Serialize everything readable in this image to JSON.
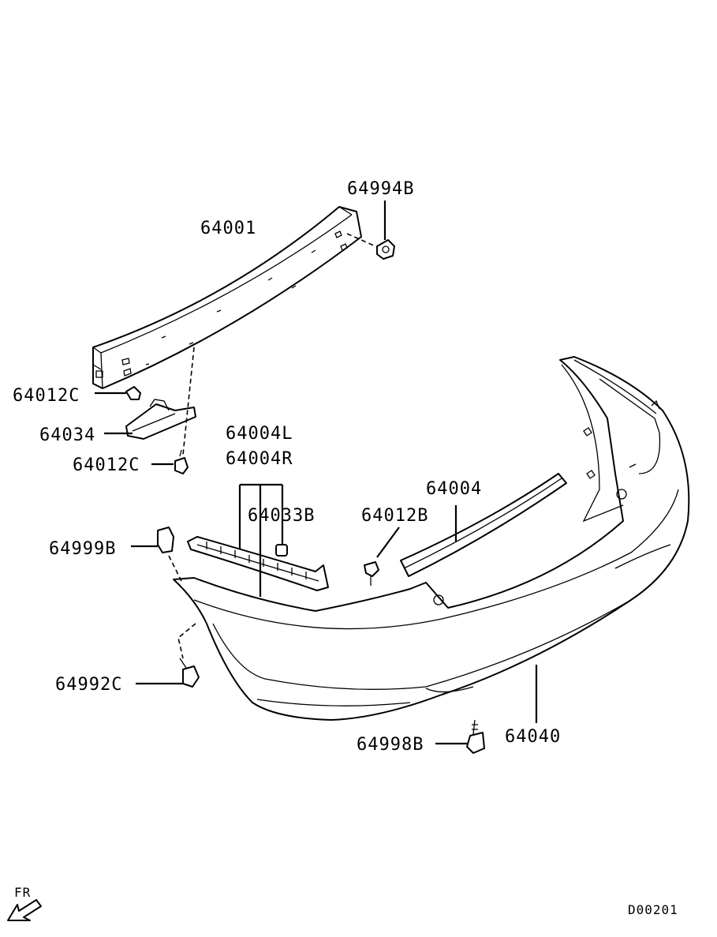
{
  "labels": {
    "p64994B": "64994B",
    "p64001": "64001",
    "p64012C_a": "64012C",
    "p64034": "64034",
    "p64012C_b": "64012C",
    "p64004L": "64004L",
    "p64004R": "64004R",
    "p64033B": "64033B",
    "p64004": "64004",
    "p64012B": "64012B",
    "p64999B": "64999B",
    "p64992C": "64992C",
    "p64998B": "64998B",
    "p64040": "64040"
  },
  "orientation": {
    "label": "FR"
  },
  "diagram_code": "D00201"
}
